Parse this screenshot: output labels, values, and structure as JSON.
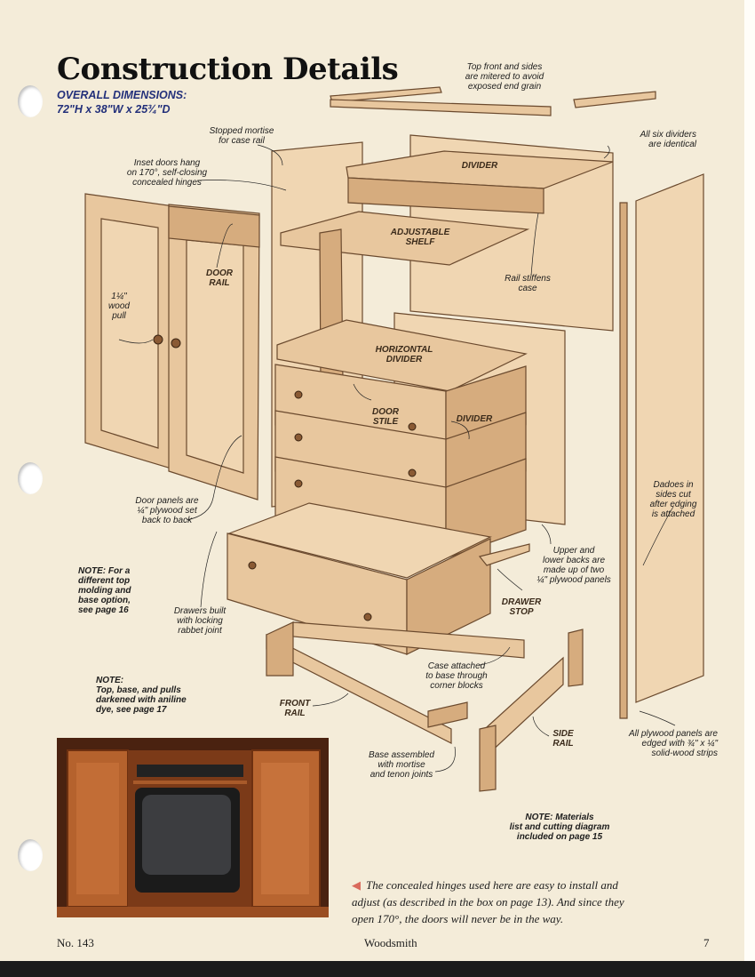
{
  "title": "Construction Details",
  "dimensions": {
    "heading": "OVERALL DIMENSIONS:",
    "value": "72\"H x 38\"W x 25¾\"D"
  },
  "callouts": {
    "top_mitered": "Top front and sides\nare mitered to avoid\nexposed end grain",
    "stopped_mortise": "Stopped mortise\nfor case rail",
    "inset_doors": "Inset doors hang\non 170°, self-closing\nconcealed hinges",
    "dividers_identical": "All six dividers\nare identical",
    "wood_pull": "1¼\"\nwood\npull",
    "rail_stiffens": "Rail stiffens\ncase",
    "door_panels": "Door panels are\n¼\" plywood set\nback to back",
    "dadoes": "Dadoes in\nsides cut\nafter edging\nis attached",
    "backs": "Upper and\nlower backs are\nmade up of two\n¼\" plywood panels",
    "drawers_built": "Drawers built\nwith locking\nrabbet joint",
    "case_attached": "Case attached\nto base through\ncorner blocks",
    "base_assembled": "Base assembled\nwith mortise\nand tenon joints",
    "plywood_edged": "All plywood panels are\nedged with ¾\" x ¼\"\nsolid-wood strips"
  },
  "notes": {
    "top_molding": "NOTE: For a\ndifferent top\nmolding and\nbase option,\nsee page 16",
    "aniline": "NOTE:\nTop, base, and pulls\ndarkened with aniline\ndye, see page 17",
    "materials": "NOTE: Materials\nlist and cutting diagram\nincluded on page 15"
  },
  "parts": {
    "divider": "DIVIDER",
    "adjustable_shelf": "ADJUSTABLE\nSHELF",
    "door_rail": "DOOR\nRAIL",
    "horizontal_divider": "HORIZONTAL\nDIVIDER",
    "door_stile": "DOOR\nSTILE",
    "divider_lower": "DIVIDER",
    "drawer_stop": "DRAWER\nSTOP",
    "front_rail": "FRONT\nRAIL",
    "side_rail": "SIDE\nRAIL"
  },
  "caption": "The concealed hinges used here are easy to install and adjust (as described in the box on page 13). And since they open 170°, the doors will never be in the way.",
  "footer": {
    "issue": "No. 143",
    "magazine": "Woodsmith",
    "page": "7"
  }
}
